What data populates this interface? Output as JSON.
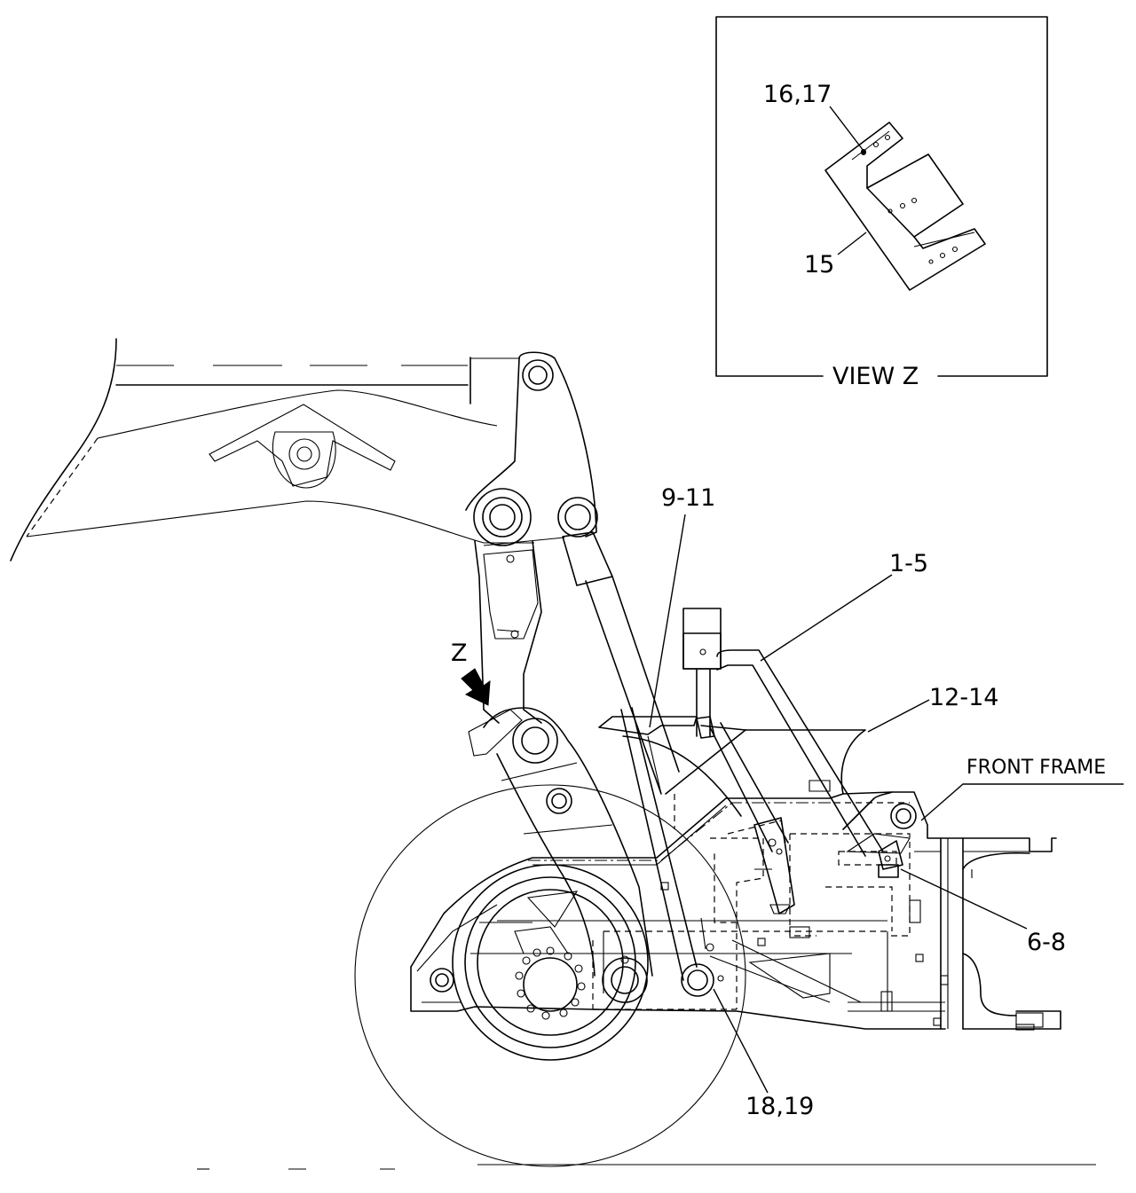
{
  "labels": {
    "view_z_title": "VIEW Z",
    "z_arrow": "Z",
    "front_frame": "FRONT FRAME",
    "callout_16_17": "16,17",
    "callout_15": "15",
    "callout_9_11": "9-11",
    "callout_1_5": "1-5",
    "callout_12_14": "12-14",
    "callout_6_8": "6-8",
    "callout_18_19": "18,19"
  }
}
